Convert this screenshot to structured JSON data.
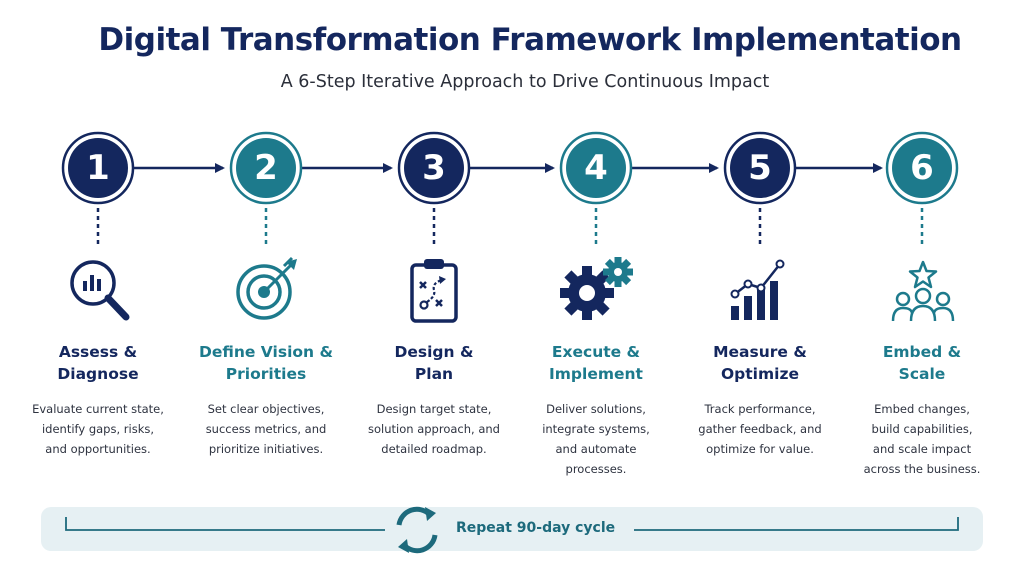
{
  "header": {
    "title": "Digital Transformation Framework Implementation",
    "subtitle": "A 6-Step Iterative Approach to Drive Continuous Impact"
  },
  "colors": {
    "navy": "#14275e",
    "teal": "#1d7a8c",
    "cycle_bg": "#e6f0f3"
  },
  "steps": [
    {
      "number": "1",
      "title_line1": "Assess &",
      "title_line2": "Diagnose",
      "desc": [
        "Evaluate current state,",
        "identify gaps, risks,",
        "and opportunities."
      ],
      "icon": "magnifier-chart-icon",
      "color": "navy"
    },
    {
      "number": "2",
      "title_line1": "Define Vision &",
      "title_line2": "Priorities",
      "desc": [
        "Set clear objectives,",
        "success metrics, and",
        "prioritize initiatives."
      ],
      "icon": "target-arrow-icon",
      "color": "teal"
    },
    {
      "number": "3",
      "title_line1": "Design &",
      "title_line2": "Plan",
      "desc": [
        "Design target state,",
        "solution approach, and",
        "detailed roadmap."
      ],
      "icon": "clipboard-plan-icon",
      "color": "navy"
    },
    {
      "number": "4",
      "title_line1": "Execute &",
      "title_line2": "Implement",
      "desc": [
        "Deliver solutions,",
        "integrate systems,",
        "and automate",
        "processes."
      ],
      "icon": "gears-icon",
      "color": "teal"
    },
    {
      "number": "5",
      "title_line1": "Measure &",
      "title_line2": "Optimize",
      "desc": [
        "Track performance,",
        "gather feedback, and",
        "optimize for value."
      ],
      "icon": "growth-chart-icon",
      "color": "navy"
    },
    {
      "number": "6",
      "title_line1": "Embed &",
      "title_line2": "Scale",
      "desc": [
        "Embed changes,",
        "build capabilities,",
        "and scale impact",
        "across the business."
      ],
      "icon": "team-star-icon",
      "color": "teal"
    }
  ],
  "cycle": {
    "label": "Repeat 90-day cycle",
    "icon": "refresh-cycle-icon"
  }
}
